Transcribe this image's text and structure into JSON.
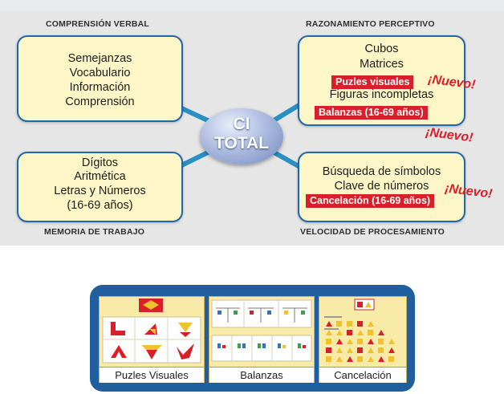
{
  "quadrant_titles": {
    "top_left": "COMPRENSIÓN VERBAL",
    "top_right": "RAZONAMIENTO PERCEPTIVO",
    "bottom_left": "MEMORIA DE TRABAJO",
    "bottom_right": "VELOCIDAD DE PROCESAMIENTO"
  },
  "center": {
    "line1": "CI",
    "line2": "TOTAL"
  },
  "verbal": [
    "Semejanzas",
    "Vocabulario",
    "Información",
    "Comprensión"
  ],
  "perceptual": {
    "lines": [
      "Cubos",
      "Matrices"
    ],
    "new1": "Puzles visuales",
    "line3": "Figuras incompletas",
    "new2": "Balanzas (16-69 años)"
  },
  "memory": [
    "Dígitos",
    "Aritmética",
    "Letras y Números",
    "(16-69 años)"
  ],
  "speed": {
    "lines": [
      "Búsqueda de símbolos",
      "Clave de números"
    ],
    "new1": "Cancelación (16-69 años)"
  },
  "new_marker": "¡Nuevo!",
  "cards": [
    {
      "caption": "Puzles Visuales",
      "icon": "puzzle-pieces-icon"
    },
    {
      "caption": "Balanzas",
      "icon": "balance-scale-icon"
    },
    {
      "caption": "Cancelación",
      "icon": "shapes-grid-icon"
    }
  ],
  "colors": {
    "box_fill": "#fdf6c6",
    "box_border": "#1f67a8",
    "arrow": "#2a8fc1",
    "new_red": "#d9202a",
    "panel_blue": "#1f5fa0"
  }
}
